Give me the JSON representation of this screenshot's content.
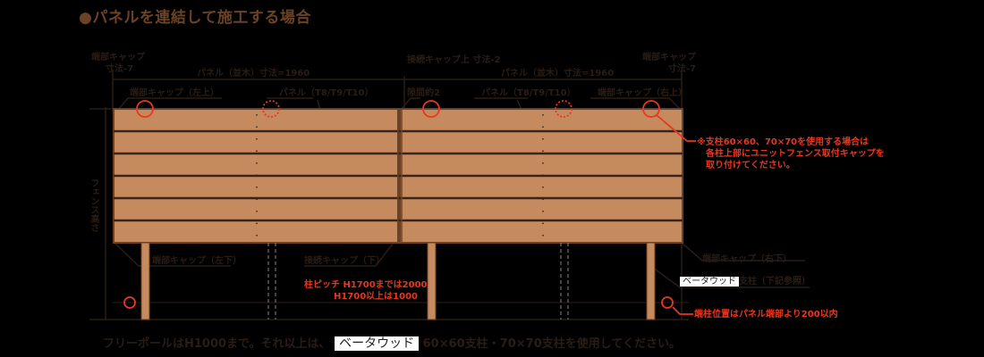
{
  "title": "●パネルを連結して施工する場合",
  "top_labels": {
    "end_cap_dim_left": [
      "端部キャップ",
      "寸法-7"
    ],
    "panel_dim_left": "パネル（並木）寸法=1960",
    "joint_cap_dim": "接続キャップ上 寸法-2",
    "panel_dim_right": "パネル（並木）寸法=1960",
    "end_cap_dim_right": [
      "端部キャップ",
      "寸法-7"
    ],
    "end_cap_top_left": "端部キャップ（左上）",
    "panel_left": "パネル（T8/T9/T10）",
    "gap": "隙間約2",
    "panel_right": "パネル（T8/T9/T10）",
    "end_cap_top_right": "端部キャップ（右上）"
  },
  "side_label": "フェンス高さ",
  "notes": {
    "post_note": [
      "※支柱60×60、70×70を使用する場合は",
      "各柱上部にユニットフェンス取付キャップを",
      "取り付けてください。"
    ],
    "end_cap_bottom_left": "端部キャップ（左下）",
    "joint_cap_bottom": "接続キャップ（下）",
    "post_pitch": [
      "柱ピッチ H1700までは2000",
      "H1700以上は1000"
    ],
    "end_cap_bottom_right": "端部キャップ（右下）",
    "beta_wood": "ベータウッド",
    "post_suffix": "支柱（下記参照）",
    "end_post_note": "端柱位置はパネル端部より200以内"
  },
  "footer": {
    "prefix": "フリーポールはH1000まで。それ以上は、",
    "beta_wood": "ベータウッド",
    "suffix": "60×60支柱・70×70支柱を使用してください。"
  },
  "colors": {
    "wood": "#c68a5f",
    "wood_dark": "#6b4226",
    "accent_red": "#e8371e",
    "line": "#2a1d16",
    "background": "#000000"
  },
  "fence": {
    "panels": 2,
    "slats_per_panel": 6,
    "posts": 4
  }
}
